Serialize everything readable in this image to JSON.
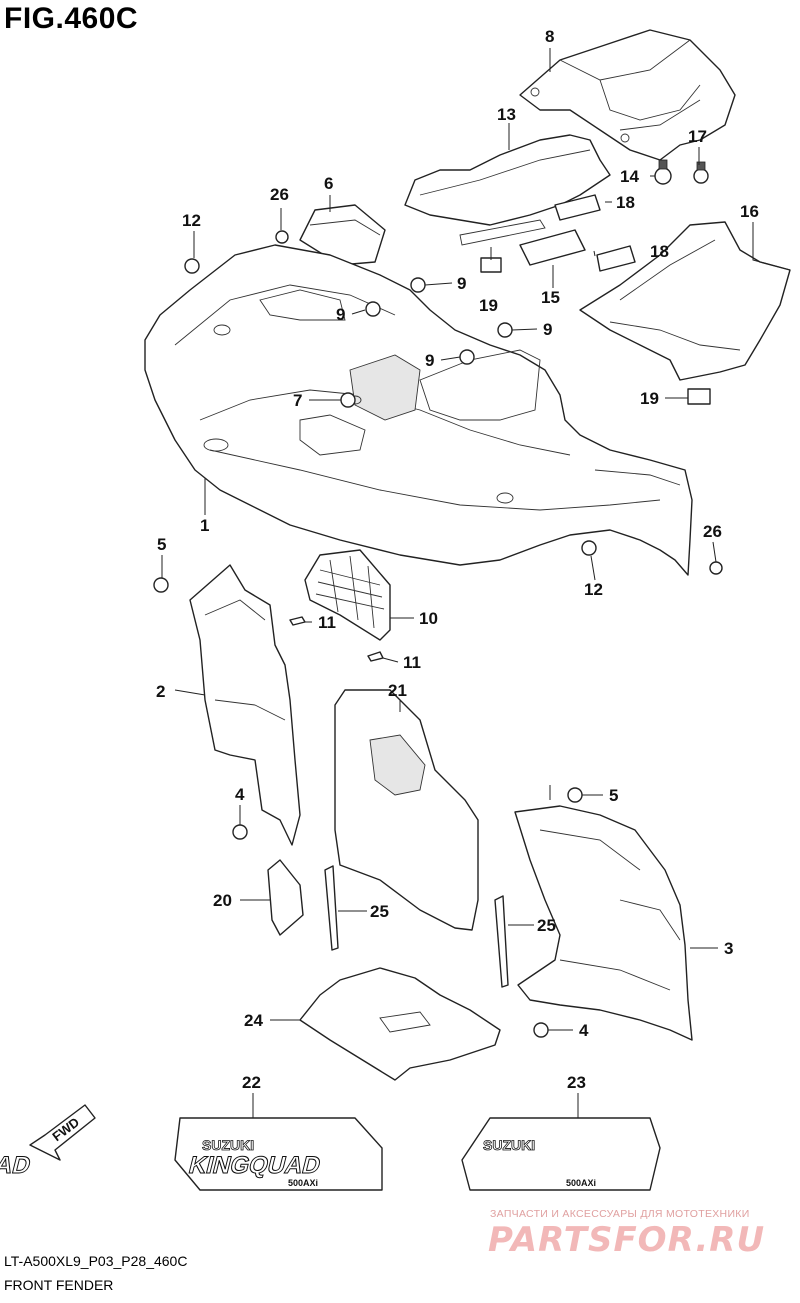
{
  "figure": {
    "title": "FIG.460C"
  },
  "footer": {
    "model_code": "LT-A500XL9_P03_P28_460C",
    "section_name": "FRONT FENDER"
  },
  "watermark": {
    "tagline": "ЗАПЧАСТИ И АКСЕССУАРЫ ДЛЯ МОТОТЕХНИКИ",
    "brand": "PARTSFOR.RU"
  },
  "direction_badge": {
    "label": "FWD"
  },
  "decals": [
    {
      "brand": "SUZUKI",
      "model": "KINGQUAD",
      "badge": "500AXi"
    },
    {
      "brand": "SUZUKI",
      "model": "KINGQUAD",
      "badge": "500AXi"
    }
  ],
  "callouts": {
    "c1": "1",
    "c2": "2",
    "c3": "3",
    "c4a": "4",
    "c4b": "4",
    "c5a": "5",
    "c5b": "5",
    "c6": "6",
    "c7": "7",
    "c8": "8",
    "c9a": "9",
    "c9b": "9",
    "c9c": "9",
    "c9d": "9",
    "c10": "10",
    "c11a": "11",
    "c11b": "11",
    "c12a": "12",
    "c12b": "12",
    "c13": "13",
    "c14": "14",
    "c15": "15",
    "c16": "16",
    "c17": "17",
    "c18a": "18",
    "c18b": "18",
    "c19a": "19",
    "c19b": "19",
    "c20": "20",
    "c21": "21",
    "c22": "22",
    "c23": "23",
    "c24": "24",
    "c25a": "25",
    "c25b": "25",
    "c26a": "26",
    "c26b": "26"
  }
}
